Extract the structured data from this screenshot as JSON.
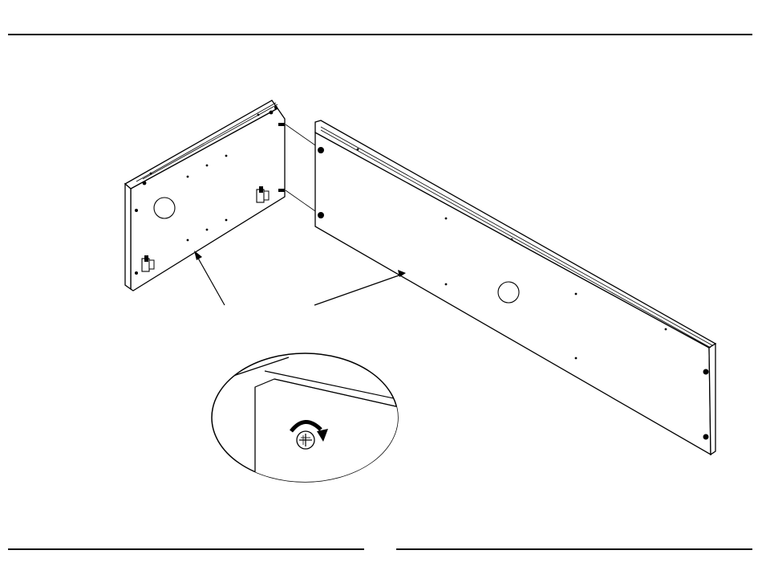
{
  "diagram": {
    "colors": {
      "line": "#000000",
      "background": "#ffffff"
    },
    "parts": [
      {
        "name": "end-panel",
        "features": [
          "hinge-bracket",
          "hinge-bracket",
          "cam-bolt",
          "cam-bolt",
          "cam-bolt",
          "cam-bolt",
          "large-hole"
        ]
      },
      {
        "name": "long-rail",
        "features": [
          "cam-lock",
          "cam-lock",
          "cam-lock",
          "cam-lock",
          "large-hole"
        ]
      }
    ],
    "detail_callout": {
      "icon": "phillips-screw-icon",
      "action": "rotate-clockwise-arrow-icon"
    }
  }
}
